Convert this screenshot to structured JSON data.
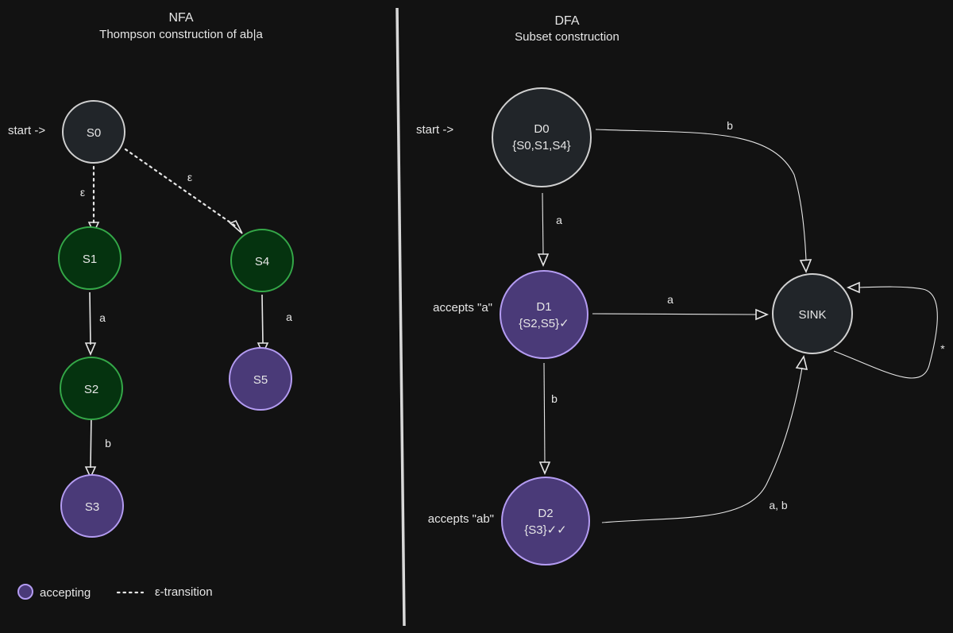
{
  "nfa": {
    "title": "NFA",
    "subtitle": "Thompson construction of ab|a",
    "start_label": "start ->",
    "states": {
      "s0": "S0",
      "s1": "S1",
      "s2": "S2",
      "s3": "S3",
      "s4": "S4",
      "s5": "S5"
    },
    "edges": {
      "s0_s1": "ε",
      "s0_s4": "ε",
      "s1_s2": "a",
      "s2_s3": "b",
      "s4_s5": "a"
    }
  },
  "legend": {
    "accepting": "accepting",
    "epsilon": "ε-transition"
  },
  "dfa": {
    "title": "DFA",
    "subtitle": "Subset construction",
    "start_label": "start ->",
    "states": {
      "d0": {
        "name": "D0",
        "set": "{S0,S1,S4}"
      },
      "d1": {
        "name": "D1",
        "set": "{S2,S5}✓",
        "note": "accepts \"a\""
      },
      "d2": {
        "name": "D2",
        "set": "{S3}✓✓",
        "note": "accepts \"ab\""
      },
      "sink": {
        "name": "SINK"
      }
    },
    "edges": {
      "d0_d1": "a",
      "d0_sink": "b",
      "d1_sink": "a",
      "d1_d2": "b",
      "d2_sink": "a, b",
      "sink_loop": "*"
    }
  },
  "colors": {
    "background": "#121212",
    "plain_fill": "#212529",
    "plain_stroke": "#d0d0d0",
    "nonaccept_fill": "#05330f",
    "nonaccept_stroke": "#34a848",
    "accept_fill": "#4a3a78",
    "accept_stroke": "#b49cf2"
  }
}
